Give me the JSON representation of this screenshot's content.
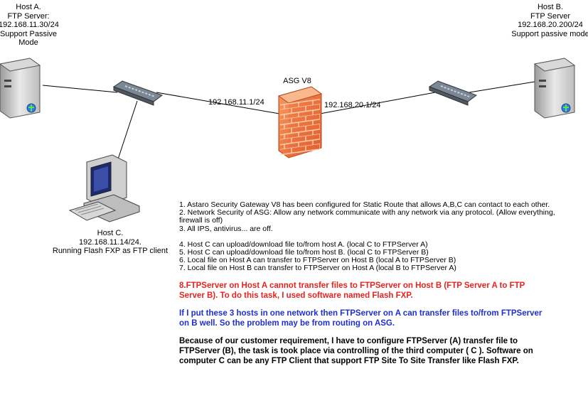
{
  "hosts": {
    "a": {
      "lines": [
        "Host A.",
        "FTP Server:",
        "192.168.11.30/24",
        "Support Passive",
        "Mode"
      ]
    },
    "b": {
      "lines": [
        "Host B.",
        "FTP Server",
        "192.168.20.200/24",
        "Support passive mode"
      ]
    },
    "c": {
      "lines": [
        "Host C.",
        "192.168.11.14/24.",
        "Running Flash FXP as FTP client"
      ]
    }
  },
  "firewall": {
    "label": "ASG V8"
  },
  "links": {
    "left_ip": "192.168.11.1/24",
    "right_ip": "192.168.20.1/24"
  },
  "notes": {
    "items": [
      "1. Astaro Security Gateway V8 has been configured for Static Route that allows A,B,C can contact to each other.",
      "2. Network Security of ASG: Allow any network communicate with any network via any protocol. (Allow everything, firewall is off)",
      "3. All IPS, antivirus... are off.",
      "4. Host C can upload/download file to/from host A. (local C to FTPServer A)",
      "5. Host C can upload/download file to/from host B. (local C to FTPServer B)",
      "6. Local file on Host A can transfer  to FTPServer on Host B (local A to FTPServer B)",
      "7. Local file on Host B can transfer to FTPServer on Host A (local B to FTPServer A)"
    ],
    "problem": "8.FTPServer on Host A cannot transfer files to FTPServer on Host B (FTP Server A to FTP Server B). To do this task, I used software named Flash FXP.",
    "observation": "If I put these 3 hosts in one network then FTPServer on A can transfer files to/from FTPServer on B well. So the problem may be from routing on  ASG.",
    "requirement": "Because of our customer requirement, I have to configure FTPServer (A) transfer file to FTPServer (B), the task is took place via controlling of the third computer ( C ). Software on computer C can be any FTP Client that support FTP Site To Site Transfer like Flash FXP."
  },
  "colors": {
    "problem": "#e8231d",
    "observation": "#1f2fd0",
    "firewall": "#f47a3c"
  }
}
